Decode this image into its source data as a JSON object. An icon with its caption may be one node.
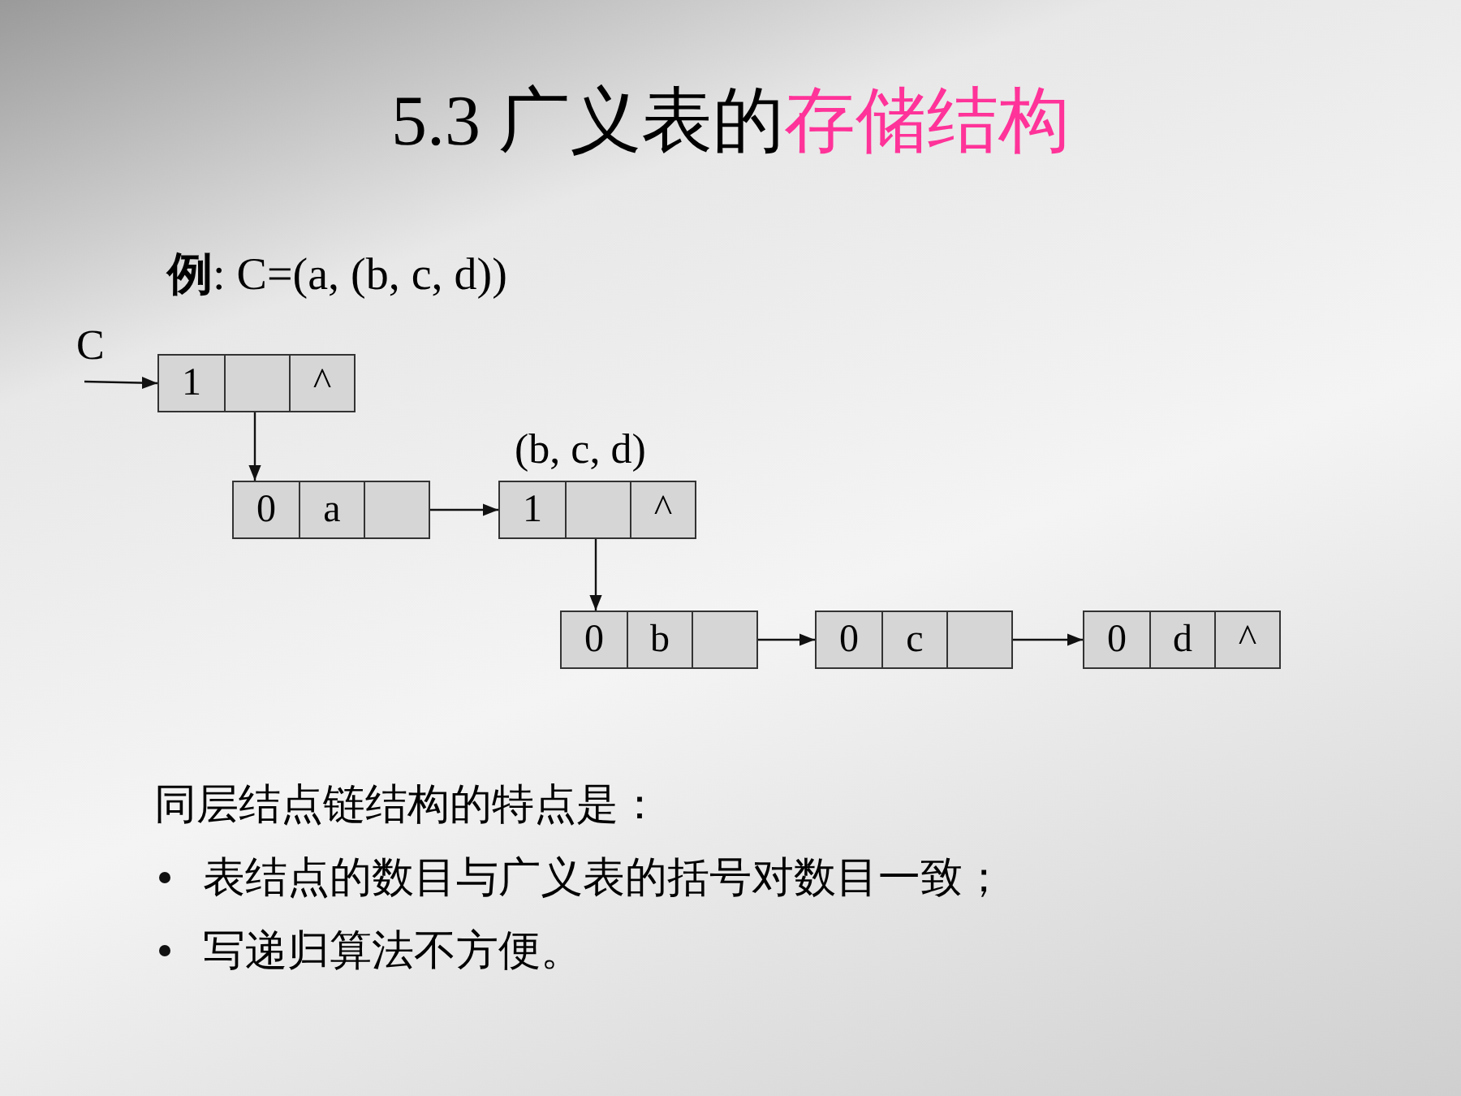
{
  "diagram": {
    "title": "5.3 广义表的存储结构",
    "nodes": [
      {
        "text": [
          "C"
        ]
      },
      {
        "text": [
          "1",
          "^"
        ]
      },
      {
        "text": [
          "0",
          "a"
        ]
      },
      {
        "text": [
          "1",
          "^"
        ],
        "beside": [
          "(b, c, d)"
        ]
      },
      {
        "text": [
          "0",
          "b"
        ]
      },
      {
        "text": [
          "0",
          "c"
        ]
      },
      {
        "text": [
          "0",
          "d",
          "^"
        ]
      }
    ],
    "edges": [
      {
        "from": 0,
        "to": 1,
        "arrow": "to"
      },
      {
        "from": 1,
        "to": 2,
        "arrow": "to"
      },
      {
        "from": 2,
        "to": 3,
        "arrow": "to"
      },
      {
        "from": 3,
        "to": 4,
        "arrow": "to"
      },
      {
        "from": 4,
        "to": 5,
        "arrow": "to"
      },
      {
        "from": 5,
        "to": 6,
        "arrow": "to"
      }
    ],
    "labels": [
      "**例**: C=(a, (b, c, d))",
      "同层结点链结构的特点是：",
      "表结点的数目与广义表的括号对数目一致；",
      "写递归算法不方便。"
    ]
  }
}
